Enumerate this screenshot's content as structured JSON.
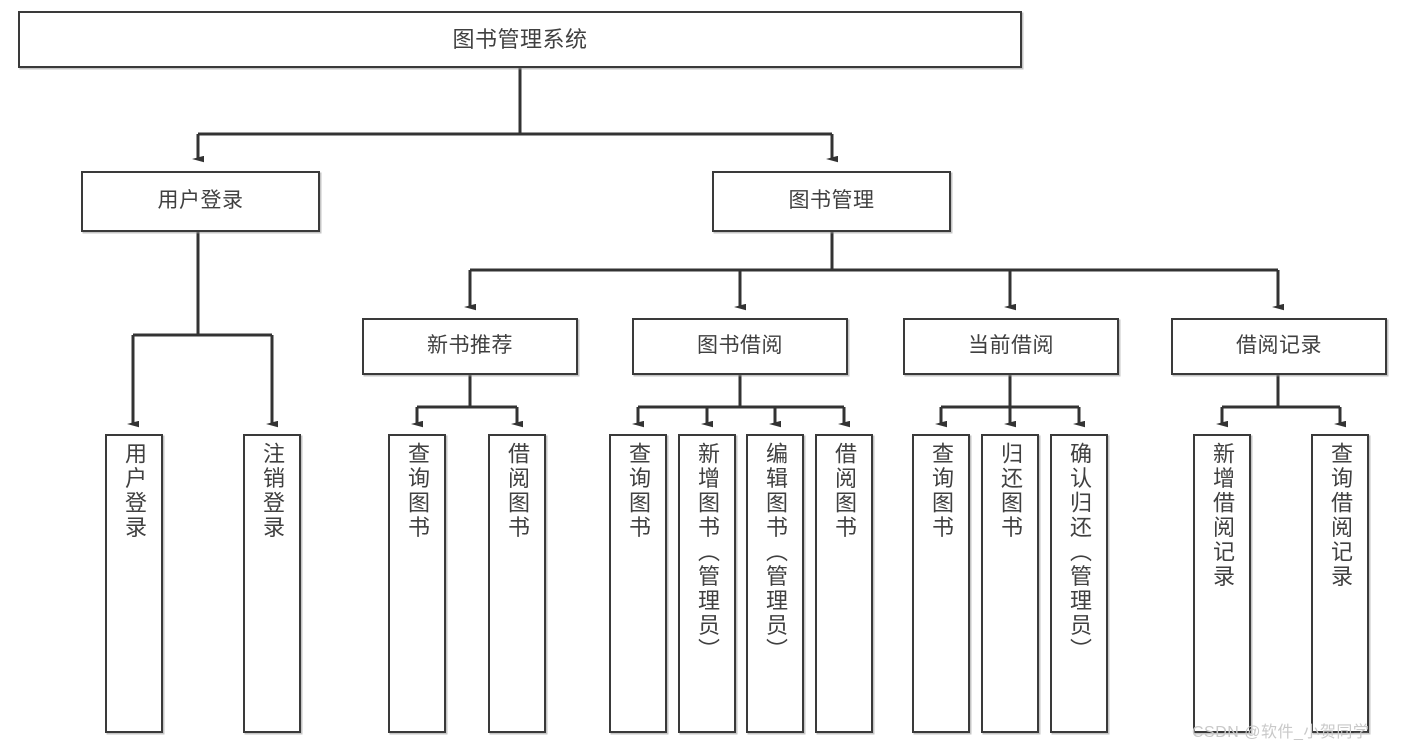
{
  "diagram": {
    "type": "tree-hierarchy",
    "title": "图书管理系统",
    "orientation": "top-down",
    "watermark": "CSDN @软件_小贺同学",
    "colors": {
      "box_border": "#3a3a3a",
      "box_fill": "#ffffff",
      "text": "#404040",
      "connector": "#333333",
      "watermark": "#c9c9c9",
      "background": "#ffffff"
    },
    "nodes": {
      "root": {
        "label": "图书管理系统",
        "level": 1
      },
      "level2": [
        {
          "id": "user-login",
          "label": "用户登录",
          "level": 2
        },
        {
          "id": "book-manage",
          "label": "图书管理",
          "level": 2
        }
      ],
      "level3": [
        {
          "id": "new-book-recommend",
          "label": "新书推荐",
          "level": 3,
          "parent": "book-manage"
        },
        {
          "id": "book-borrow",
          "label": "图书借阅",
          "level": 3,
          "parent": "book-manage"
        },
        {
          "id": "current-borrow",
          "label": "当前借阅",
          "level": 3,
          "parent": "book-manage"
        },
        {
          "id": "borrow-record",
          "label": "借阅记录",
          "level": 3,
          "parent": "book-manage"
        }
      ],
      "leaves": [
        {
          "id": "leaf-user-login",
          "label": "用户登录",
          "parent": "user-login"
        },
        {
          "id": "leaf-logout-login",
          "label": "注销登录",
          "parent": "user-login"
        },
        {
          "id": "leaf-query-book-1",
          "label": "查询图书",
          "parent": "new-book-recommend"
        },
        {
          "id": "leaf-borrow-book-1",
          "label": "借阅图书",
          "parent": "new-book-recommend"
        },
        {
          "id": "leaf-query-book-2",
          "label": "查询图书",
          "parent": "book-borrow"
        },
        {
          "id": "leaf-add-book",
          "label": "新增图书（管理员）",
          "parent": "book-borrow"
        },
        {
          "id": "leaf-edit-book",
          "label": "编辑图书（管理员）",
          "parent": "book-borrow"
        },
        {
          "id": "leaf-borrow-book-2",
          "label": "借阅图书",
          "parent": "book-borrow"
        },
        {
          "id": "leaf-query-book-3",
          "label": "查询图书",
          "parent": "current-borrow"
        },
        {
          "id": "leaf-return-book",
          "label": "归还图书",
          "parent": "current-borrow"
        },
        {
          "id": "leaf-confirm-return",
          "label": "确认归还（管理员）",
          "parent": "current-borrow"
        },
        {
          "id": "leaf-add-record",
          "label": "新增借阅记录",
          "parent": "borrow-record"
        },
        {
          "id": "leaf-query-record",
          "label": "查询借阅记录",
          "parent": "borrow-record"
        }
      ]
    }
  }
}
